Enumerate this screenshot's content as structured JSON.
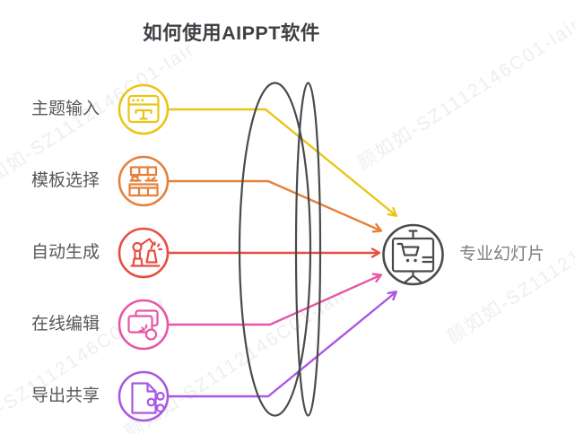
{
  "title": {
    "text": "如何使用AIPPT软件",
    "color": "#3F3F46"
  },
  "steps": [
    {
      "label": "主题输入",
      "icon": "browser-theme-input-icon",
      "color": "#E9C517"
    },
    {
      "label": "模板选择",
      "icon": "template-shelf-icon",
      "color": "#E5813A"
    },
    {
      "label": "自动生成",
      "icon": "robot-arm-icon",
      "color": "#E84D42"
    },
    {
      "label": "在线编辑",
      "icon": "slides-edit-icon",
      "color": "#E757A7"
    },
    {
      "label": "导出共享",
      "icon": "document-share-icon",
      "color": "#AA57E3"
    }
  ],
  "result": {
    "label": "专业幻灯片",
    "icon": "presentation-board-icon",
    "color": "#4A4A4B",
    "label_color": "#7E7E86"
  },
  "lens": {
    "color": "#4A4A4B"
  },
  "label_color": "#58585A",
  "background": "#FFFFFF",
  "watermark": {
    "text": "颜如如-SZ1112146C01-lair",
    "color": "#8C8C96"
  }
}
